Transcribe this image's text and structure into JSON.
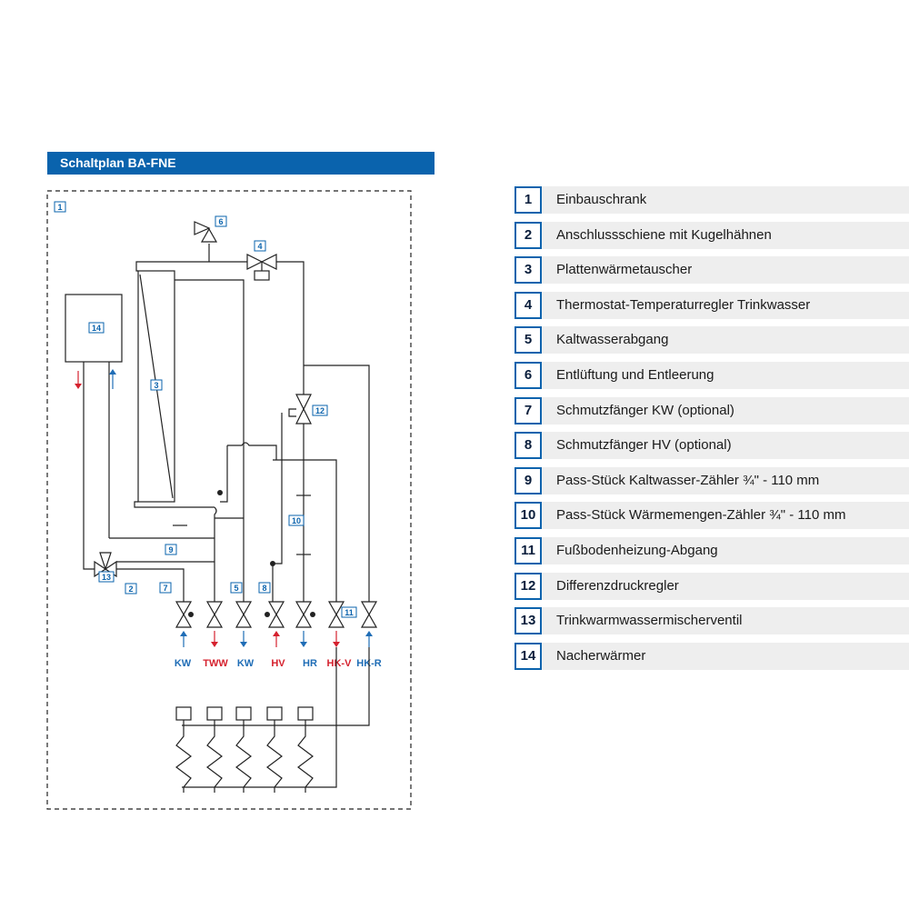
{
  "header": {
    "title": "Schaltplan BA-FNE"
  },
  "colors": {
    "brand_blue": "#0a63ad",
    "hot_red": "#d5212e",
    "cold_blue": "#1f6db6",
    "legend_bg": "#eeeeee"
  },
  "diagram": {
    "tags": [
      "1",
      "2",
      "3",
      "4",
      "5",
      "6",
      "7",
      "8",
      "9",
      "10",
      "11",
      "12",
      "13",
      "14"
    ],
    "ports": [
      {
        "label": "KW",
        "color": "blue"
      },
      {
        "label": "TWW",
        "color": "red"
      },
      {
        "label": "KW",
        "color": "blue"
      },
      {
        "label": "HV",
        "color": "red"
      },
      {
        "label": "HR",
        "color": "blue"
      },
      {
        "label": "HK-V",
        "color": "red"
      },
      {
        "label": "HK-R",
        "color": "blue"
      }
    ]
  },
  "legend": {
    "items": [
      {
        "num": "1",
        "text": "Einbauschrank"
      },
      {
        "num": "2",
        "text": "Anschlussschiene mit Kugelhähnen"
      },
      {
        "num": "3",
        "text": "Plattenwärmetauscher"
      },
      {
        "num": "4",
        "text": "Thermostat-Temperaturregler Trinkwasser"
      },
      {
        "num": "5",
        "text": "Kaltwasserabgang"
      },
      {
        "num": "6",
        "text": "Entlüftung und Entleerung"
      },
      {
        "num": "7",
        "text": "Schmutzfänger KW (optional)"
      },
      {
        "num": "8",
        "text": "Schmutzfänger HV (optional)"
      },
      {
        "num": "9",
        "text": "Pass-Stück Kaltwasser-Zähler ¾\" - 110 mm"
      },
      {
        "num": "10",
        "text": "Pass-Stück Wärmemengen-Zähler ¾\" - 110 mm"
      },
      {
        "num": "11",
        "text": "Fußbodenheizung-Abgang"
      },
      {
        "num": "12",
        "text": "Differenzdruckregler"
      },
      {
        "num": "13",
        "text": "Trinkwarmwassermischerventil"
      },
      {
        "num": "14",
        "text": "Nacherwärmer"
      }
    ]
  }
}
